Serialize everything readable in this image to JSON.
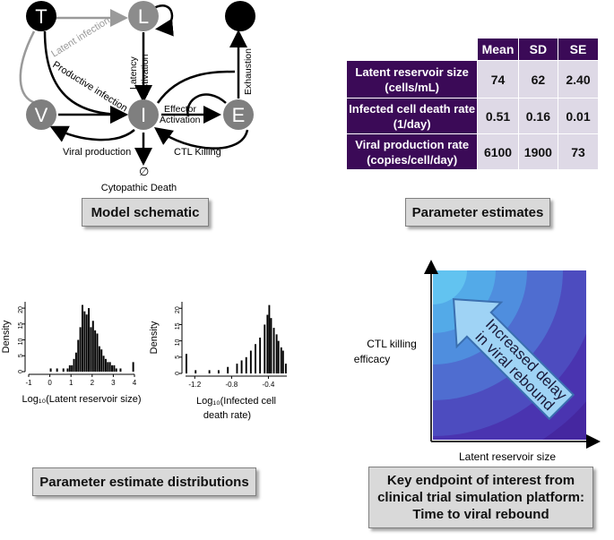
{
  "schematic": {
    "nodes": {
      "T": "T",
      "L": "L",
      "V": "V",
      "I": "I",
      "E": "E"
    },
    "edges": {
      "latent_infection": "Latent infection",
      "productive_infection": "Productive infection",
      "latency_activation_1": "Latency",
      "latency_activation_2": "Activation",
      "exhaustion": "Exhaustion",
      "effector_activation_1": "Effector",
      "effector_activation_2": "Activation",
      "viral_production": "Viral production",
      "ctl_killing": "CTL Killing",
      "null_symbol": "∅",
      "cytopathic_death": "Cytopathic Death"
    }
  },
  "captions": {
    "model_schematic": "Model schematic",
    "parameter_estimates": "Parameter estimates",
    "distributions": "Parameter estimate distributions",
    "endpoint": "Key endpoint of interest from clinical trial simulation platform: Time to viral rebound"
  },
  "params_table": {
    "headers": [
      "",
      "Mean",
      "SD",
      "SE"
    ],
    "rows": [
      {
        "label1": "Latent reservoir size",
        "label2": "(cells/mL)",
        "mean": "74",
        "sd": "62",
        "se": "2.40"
      },
      {
        "label1": "Infected cell death rate",
        "label2": "(1/day)",
        "mean": "0.51",
        "sd": "0.16",
        "se": "0.01"
      },
      {
        "label1": "Viral production rate",
        "label2": "(copies/cell/day)",
        "mean": "6100",
        "sd": "1900",
        "se": "73"
      }
    ]
  },
  "histograms": [
    {
      "ylabel": "Density",
      "xlabel_line1": "Log₁₀(Latent reservoir size)",
      "xlabel_line2": "",
      "xticks": [
        "-1",
        "0",
        "1",
        "2",
        "3",
        "4"
      ],
      "yticks": [
        "0",
        "5",
        "10",
        "15",
        "20"
      ]
    },
    {
      "ylabel": "Density",
      "xlabel_line1": "Log₁₀(Infected cell",
      "xlabel_line2": "death rate)",
      "xticks": [
        "-1.2",
        "-0.8",
        "-0.4"
      ],
      "yticks": [
        "0",
        "5",
        "10",
        "15",
        "20"
      ]
    }
  ],
  "heatmap": {
    "ylabel_line1": "CTL killing",
    "ylabel_line2": "efficacy",
    "xlabel": "Latent reservoir size",
    "arrow_text_line1": "Increased delay",
    "arrow_text_line2": "in viral rebound"
  },
  "chart_data": [
    {
      "type": "bar",
      "title": "",
      "xlabel": "Log10(Latent reservoir size)",
      "ylabel": "Density",
      "xlim": [
        -1,
        4
      ],
      "ylim": [
        0,
        22
      ],
      "x": [
        0.0,
        0.3,
        0.6,
        0.8,
        0.9,
        1.0,
        1.1,
        1.2,
        1.3,
        1.4,
        1.5,
        1.6,
        1.7,
        1.8,
        1.9,
        2.0,
        2.1,
        2.2,
        2.3,
        2.4,
        2.5,
        2.6,
        2.7,
        2.8,
        2.9,
        3.0,
        3.1,
        3.3,
        3.9
      ],
      "values": [
        1,
        1,
        1,
        1,
        2,
        2,
        4,
        6,
        10,
        14,
        21,
        19,
        18,
        20,
        14,
        16,
        13,
        12,
        8,
        7,
        5,
        4,
        3,
        3,
        2,
        2,
        1,
        1,
        3
      ]
    },
    {
      "type": "bar",
      "title": "",
      "xlabel": "Log10(Infected cell death rate)",
      "ylabel": "Density",
      "xlim": [
        -1.3,
        -0.2
      ],
      "ylim": [
        0,
        22
      ],
      "x": [
        -1.3,
        -1.2,
        -1.05,
        -0.95,
        -0.85,
        -0.75,
        -0.7,
        -0.65,
        -0.6,
        -0.55,
        -0.5,
        -0.45,
        -0.42,
        -0.4,
        -0.38,
        -0.35,
        -0.32,
        -0.3,
        -0.27,
        -0.25,
        -0.22
      ],
      "values": [
        6,
        1,
        1,
        1,
        2,
        3,
        4,
        5,
        7,
        9,
        11,
        15,
        18,
        21,
        17,
        14,
        12,
        10,
        8,
        7,
        3
      ]
    }
  ]
}
